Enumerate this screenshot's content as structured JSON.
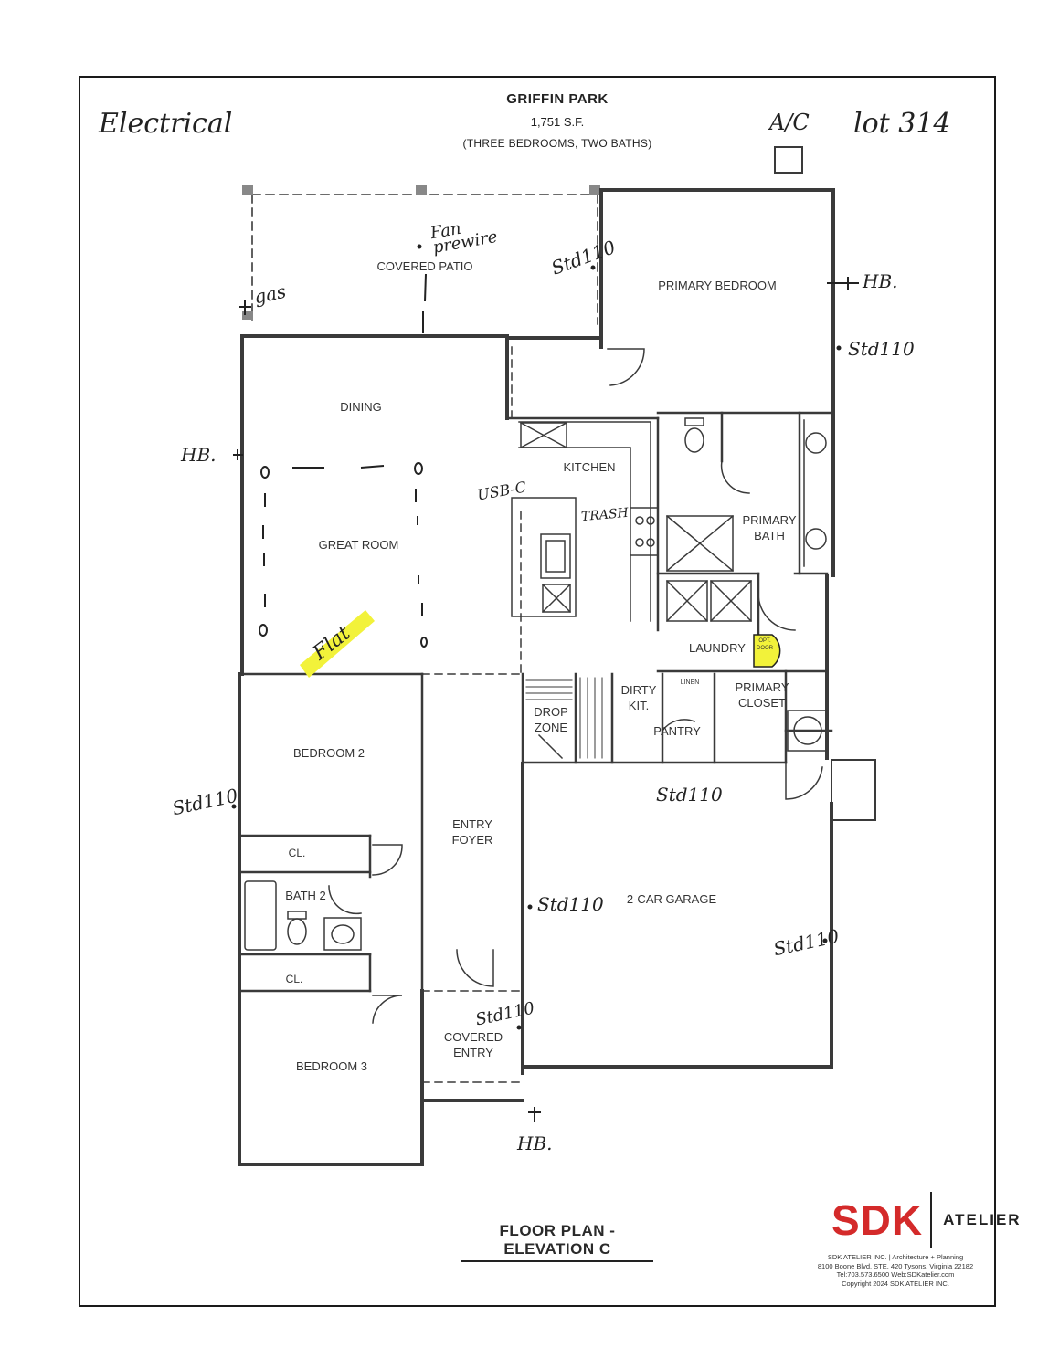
{
  "header": {
    "title": "GRIFFIN PARK",
    "square_feet": "1,751 S.F.",
    "subtitle": "(THREE BEDROOMS, TWO BATHS)"
  },
  "annotations": {
    "electrical": "Electrical",
    "lot": "lot 314",
    "ac": "A/C",
    "gas": "gas",
    "fan_prewire": "Fan prewire",
    "usb_c": "USB-C",
    "trash": "TRASH",
    "flat": "Flat",
    "hb": "HB.",
    "std110": "Std110"
  },
  "rooms": {
    "covered_patio": "COVERED PATIO",
    "primary_bedroom": "PRIMARY BEDROOM",
    "dining": "DINING",
    "kitchen": "KITCHEN",
    "great_room": "GREAT ROOM",
    "primary_bath": "PRIMARY BATH",
    "laundry": "LAUNDRY",
    "opt_door": "OPT. DOOR",
    "linen": "LINEN",
    "primary_closet": "PRIMARY CLOSET",
    "dirty_kit": "DIRTY KIT.",
    "pantry": "PANTRY",
    "drop_zone": "DROP ZONE",
    "bedroom2": "BEDROOM 2",
    "closet": "CL.",
    "bath2": "BATH 2",
    "entry_foyer": "ENTRY FOYER",
    "garage": "2-CAR GARAGE",
    "covered_entry": "COVERED ENTRY",
    "bedroom3": "BEDROOM 3"
  },
  "footer": {
    "title": "FLOOR PLAN - ELEVATION C",
    "logo_main": "SDK",
    "logo_side": "ATELIER",
    "credit1": "SDK ATELIER INC. | Architecture + Planning",
    "credit2": "8100 Boone Blvd, STE. 420 Tysons, Virginia 22182",
    "credit3": "Tel:703.573.6500  Web:SDKatelier.com",
    "credit4": "Copyright 2024 SDK ATELIER INC."
  },
  "colors": {
    "highlight": "#f2f23a",
    "logo_red": "#d42a2a",
    "wall": "#3a3a3a"
  }
}
